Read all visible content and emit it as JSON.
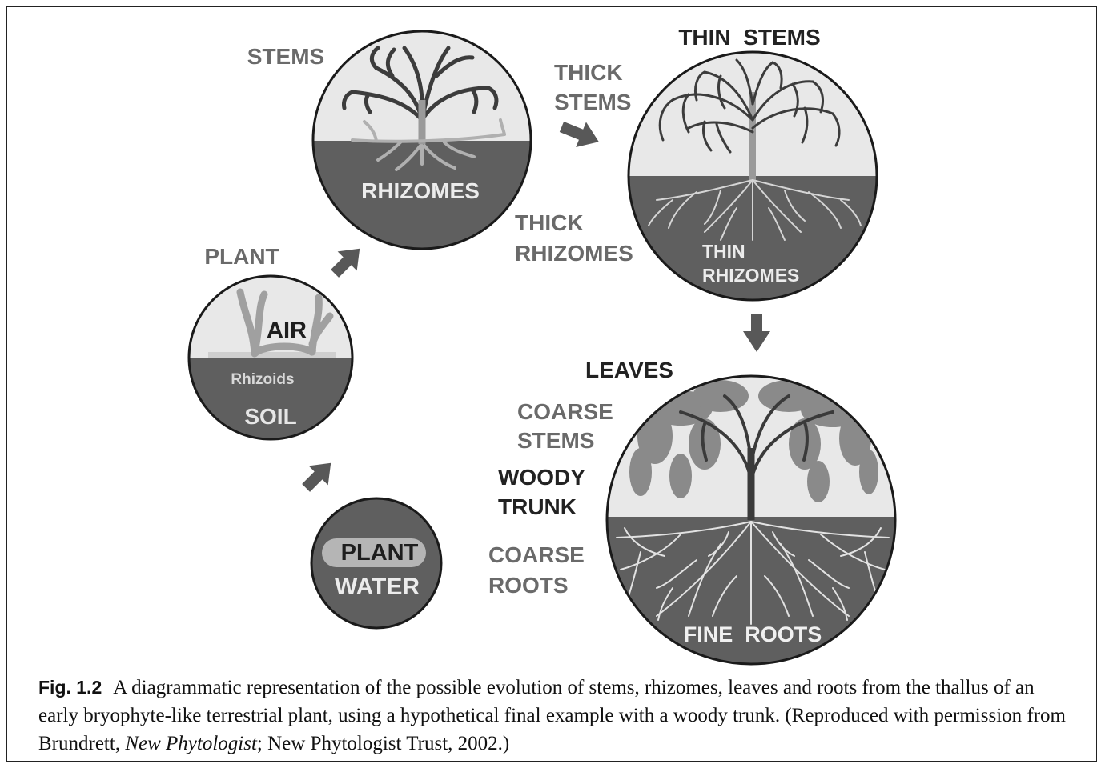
{
  "diagram": {
    "stages": [
      {
        "name": "plant-water",
        "labels": [
          "PLANT",
          "WATER"
        ]
      },
      {
        "name": "air-soil",
        "outer_label": "PLANT",
        "inner_labels": [
          "AIR",
          "Rhizoids",
          "SOIL"
        ]
      },
      {
        "name": "stems-rhizomes",
        "outer_label": "STEMS",
        "inner_label": "RHIZOMES"
      },
      {
        "name": "thick-thin",
        "outer_labels": [
          "THIN STEMS",
          "THICK STEMS",
          "THICK RHIZOMES"
        ],
        "inner_labels": [
          "THIN",
          "RHIZOMES"
        ]
      },
      {
        "name": "woody",
        "outer_labels": [
          "LEAVES",
          "COARSE STEMS",
          "WOODY TRUNK",
          "COARSE ROOTS"
        ],
        "inner_label": "FINE ROOTS"
      }
    ],
    "labels": {
      "plant_water_plant": "PLANT",
      "plant_water_water": "WATER",
      "plant_outer": "PLANT",
      "air": "AIR",
      "rhizoids": "Rhizoids",
      "soil": "SOIL",
      "stems": "STEMS",
      "rhizomes": "RHIZOMES",
      "thin_stems": "THIN  STEMS",
      "thick_stems_1": "THICK",
      "thick_stems_2": "STEMS",
      "thick_rhizomes_1": "THICK",
      "thick_rhizomes_2": "RHIZOMES",
      "thin_rhizomes_1": "THIN",
      "thin_rhizomes_2": "RHIZOMES",
      "leaves": "LEAVES",
      "coarse_stems_1": "COARSE",
      "coarse_stems_2": "STEMS",
      "woody_trunk_1": "WOODY",
      "woody_trunk_2": "TRUNK",
      "coarse_roots_1": "COARSE",
      "coarse_roots_2": "ROOTS",
      "fine_roots": "FINE  ROOTS"
    },
    "colors": {
      "soil": "#5f5f5f",
      "air": "#e6e6e6",
      "outline": "#1a1a1a",
      "arrow": "#585858",
      "label": "#6a6a6a",
      "dark_label": "#222222"
    }
  },
  "caption": {
    "fig_label": "Fig. 1.2",
    "text_before": "A diagrammatic representation of the possible evolution of stems, rhizomes, leaves and roots from the thallus of an early bryophyte-like terrestrial plant, using a hypothetical final example with a woody trunk. (Reproduced with permission from Brundrett, ",
    "italic": "New Phytologist",
    "text_after": "; New Phytologist Trust, 2002.)"
  }
}
